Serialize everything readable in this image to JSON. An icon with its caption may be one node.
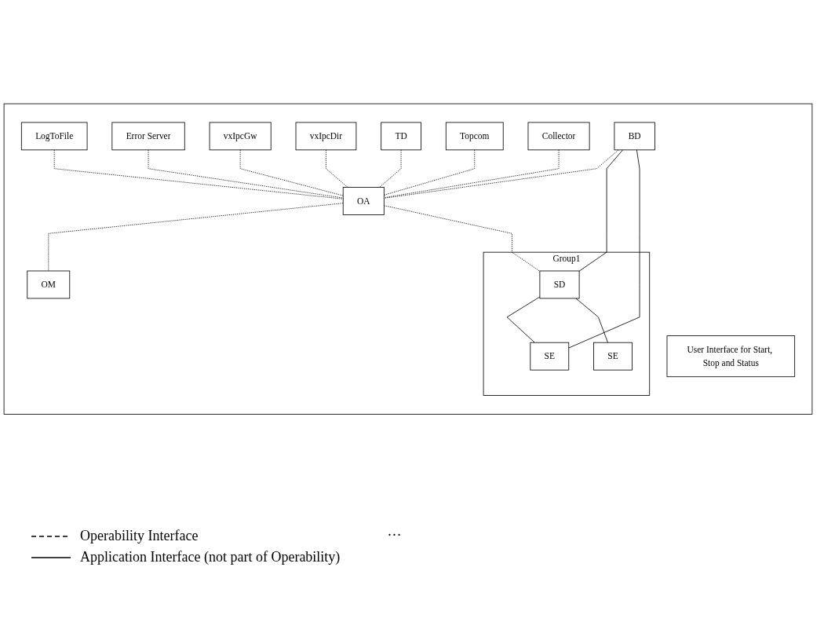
{
  "diagram": {
    "nodes": [
      {
        "text": [],
        "shape": "box"
      },
      {
        "text": [
          "LogToFile"
        ],
        "in": 0
      },
      {
        "text": [
          "User Interface for Start, Stop and Status"
        ],
        "in": 0
      },
      {
        "text": [
          "Error Server"
        ],
        "in": 0
      },
      {
        "text": [
          "OM"
        ],
        "in": 0
      },
      {
        "text": [
          "vxIpcGw"
        ],
        "in": 0
      },
      {
        "text": [
          "OA"
        ],
        "in": 0
      },
      {
        "text": [
          "vxIpcDir"
        ],
        "in": 0
      },
      {
        "text": [
          "TD"
        ],
        "in": 0
      },
      {
        "text": [
          "BD"
        ],
        "in": 0
      },
      {
        "text": [
          "Group1"
        ],
        "in": 0
      },
      {
        "text": [
          "SD"
        ],
        "in": 10
      },
      {
        "text": [
          "SE"
        ],
        "in": 10
      },
      {
        "text": [
          "SE"
        ],
        "in": 10
      },
      {
        "text": [
          "Topcom"
        ],
        "in": 0
      },
      {
        "text": [
          "Collector"
        ],
        "in": 0
      }
    ],
    "edges": [
      {
        "from": 1,
        "to": 6,
        "arrow": "none",
        "style": "dashed"
      },
      {
        "from": 3,
        "to": 6,
        "arrow": "none",
        "style": "dashed"
      },
      {
        "from": 5,
        "to": 6,
        "arrow": "none",
        "style": "dashed"
      },
      {
        "from": 7,
        "to": 6,
        "arrow": "none",
        "style": "dashed"
      },
      {
        "from": 8,
        "to": 6,
        "arrow": "none",
        "style": "dashed"
      },
      {
        "from": 14,
        "to": 6,
        "arrow": "none",
        "style": "dashed"
      },
      {
        "from": 15,
        "to": 6,
        "arrow": "none",
        "style": "dashed"
      },
      {
        "from": 9,
        "to": 6,
        "arrow": "none",
        "style": "dashed"
      },
      {
        "from": 6,
        "to": 4,
        "arrow": "none",
        "style": "dashed"
      },
      {
        "from": 6,
        "to": 11,
        "arrow": "none",
        "style": "dashed"
      },
      {
        "from": 9,
        "to": 11,
        "arrow": "none"
      },
      {
        "from": 9,
        "to": 12,
        "arrow": "none"
      },
      {
        "from": 11,
        "to": 12,
        "arrow": "none"
      },
      {
        "from": 11,
        "to": 13,
        "arrow": "none"
      }
    ],
    "labels": [
      "…"
    ],
    "legend": [
      {
        "text": "Operability Interface"
      },
      {
        "text": "Application Interface (not part of Operability)"
      }
    ]
  }
}
